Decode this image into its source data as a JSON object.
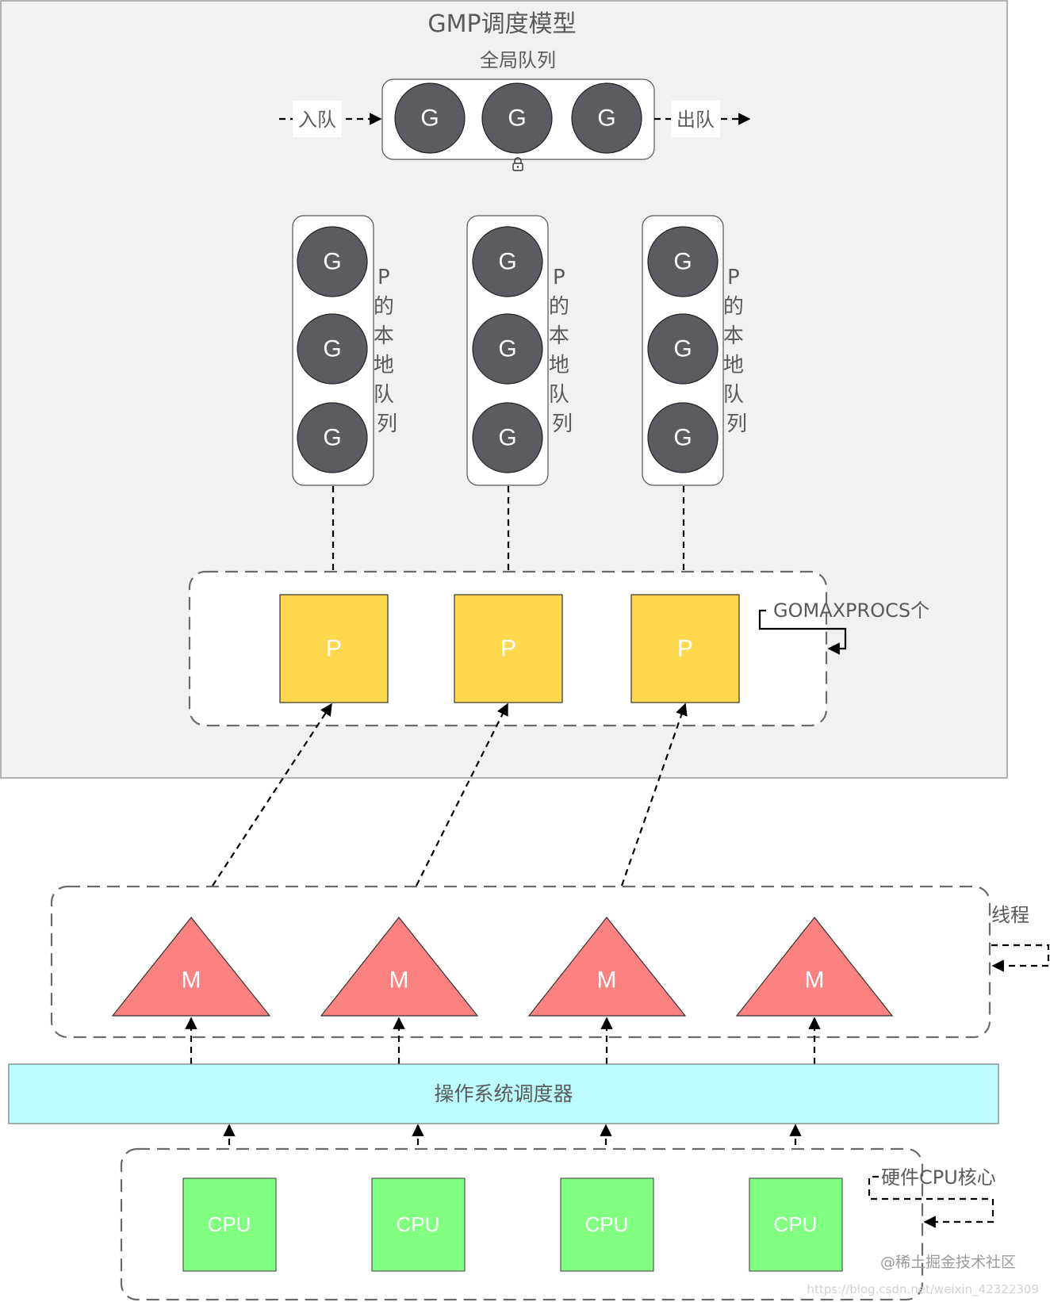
{
  "title": "GMP调度模型",
  "global_queue": {
    "label": "全局队列",
    "enqueue_label": "入队",
    "dequeue_label": "出队",
    "items": [
      "G",
      "G",
      "G"
    ],
    "lock_icon": "lock-icon"
  },
  "local_queues": [
    {
      "label": "P的本地队列",
      "items": [
        "G",
        "G",
        "G"
      ]
    },
    {
      "label": "P的本地队列",
      "items": [
        "G",
        "G",
        "G"
      ]
    },
    {
      "label": "P的本地队列",
      "items": [
        "G",
        "G",
        "G"
      ]
    }
  ],
  "processors": {
    "items": [
      "P",
      "P",
      "P"
    ],
    "group_label": "GOMAXPROCS个"
  },
  "threads": {
    "items": [
      "M",
      "M",
      "M",
      "M"
    ],
    "group_label": "线程"
  },
  "os_scheduler": {
    "label": "操作系统调度器"
  },
  "cpus": {
    "items": [
      "CPU",
      "CPU",
      "CPU",
      "CPU"
    ],
    "group_label": "硬件CPU核心"
  },
  "watermark": {
    "line1": "@稀土掘金技术社区",
    "line2": "https://blog.csdn.net/weixin_42322309"
  },
  "colors": {
    "panel": "#f0f1f3",
    "goroutine": "#5b5b62",
    "processor": "#ffd84d",
    "thread": "#fc8181",
    "scheduler": "#bdfcfd",
    "cpu": "#80ff80"
  }
}
